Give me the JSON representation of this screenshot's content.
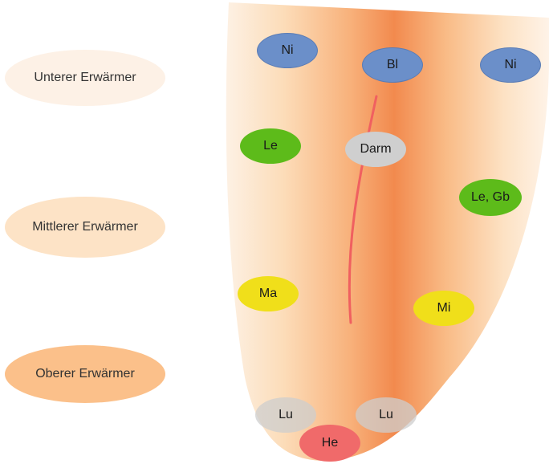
{
  "zones": {
    "lower": "Unterer Erwärmer",
    "middle": "Mittlerer Erwärmer",
    "upper": "Oberer Erwärmer"
  },
  "organs": {
    "ni_left": "Ni",
    "bl": "Bl",
    "ni_right": "Ni",
    "le": "Le",
    "darm": "Darm",
    "le_gb": "Le, Gb",
    "ma": "Ma",
    "mi": "Mi",
    "lu_left": "Lu",
    "lu_right": "Lu",
    "he": "He"
  },
  "colors": {
    "kidney_bladder": "#6b8fc9",
    "liver": "#5dbb1a",
    "stomach_spleen": "#f0df1a",
    "intestine_lung": "#cfcfcf",
    "heart": "#f06a6a",
    "midline": "#f06060",
    "tongue_center": "#f28a4e",
    "tongue_edge": "#fdeedd"
  }
}
